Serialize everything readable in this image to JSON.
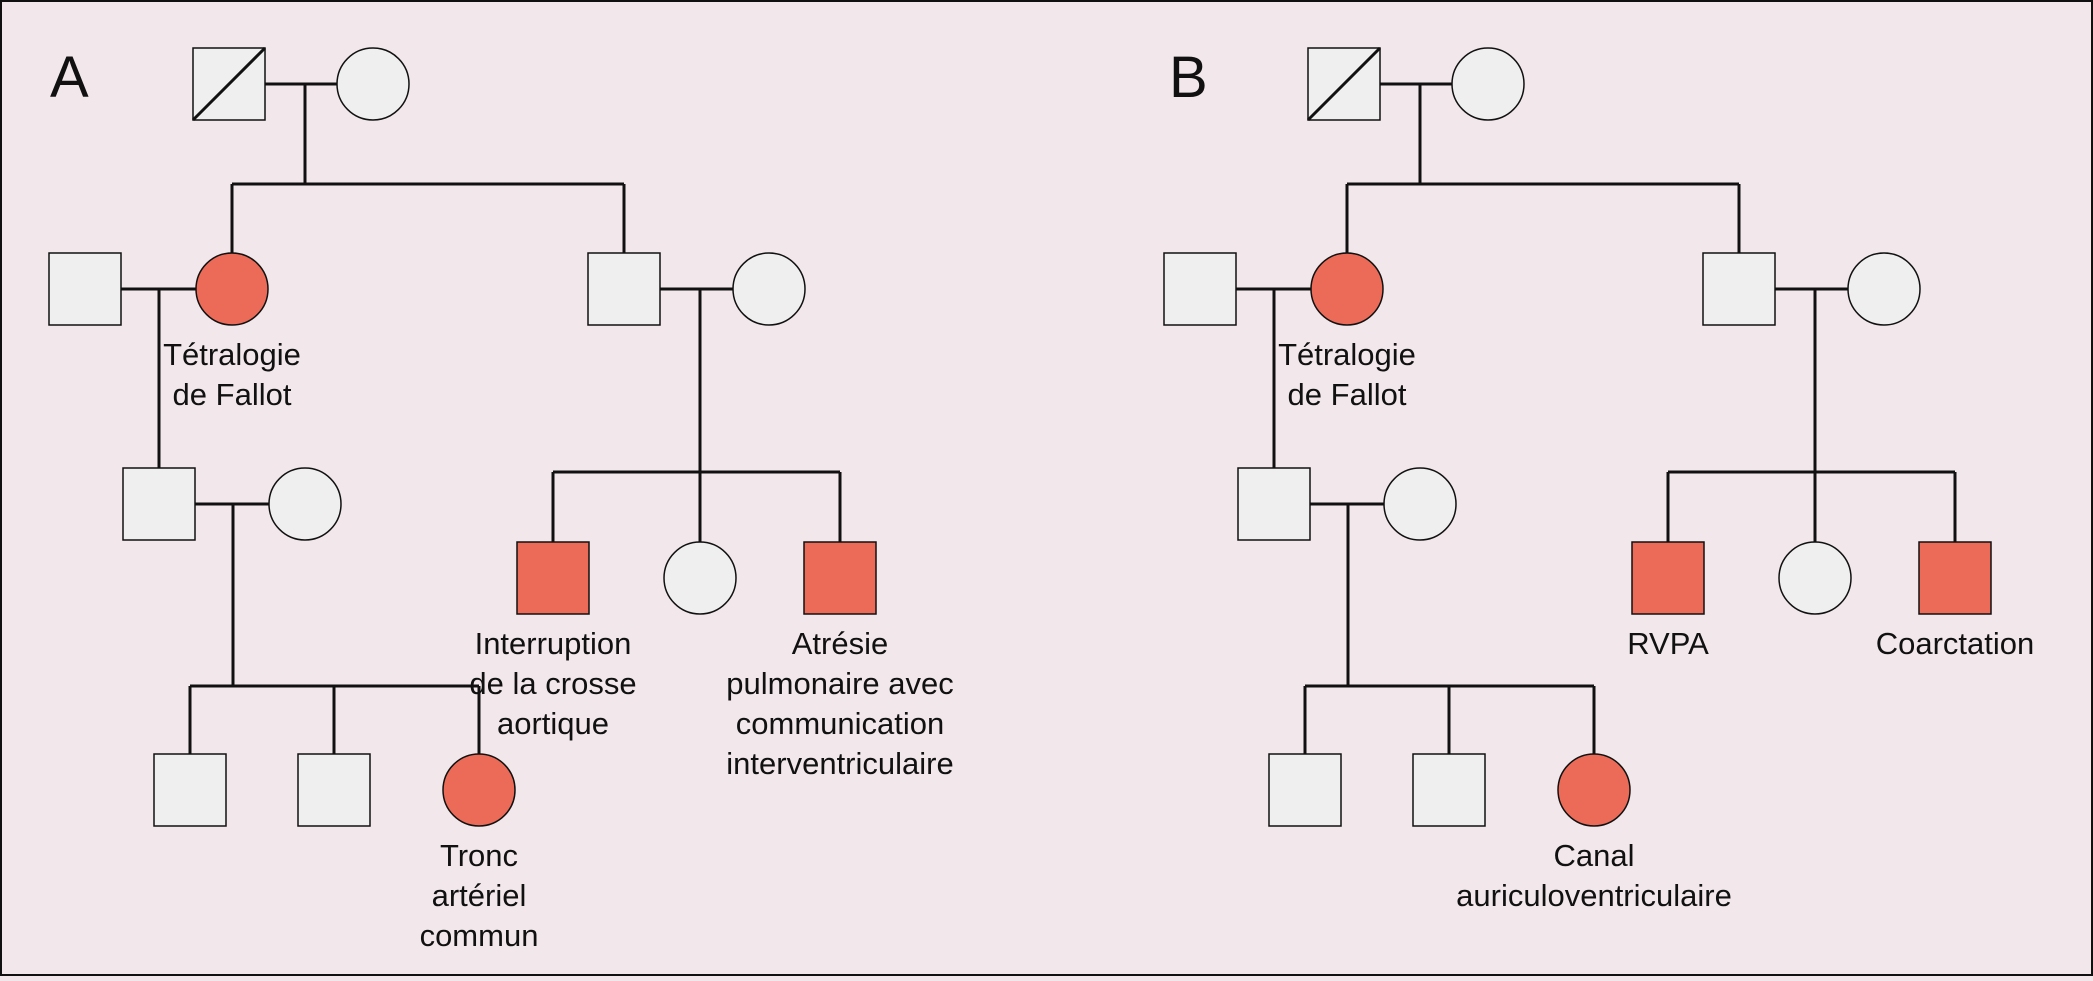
{
  "colors": {
    "background": "#f2e8eb",
    "affected": "#ec6b58",
    "unaffected": "#efefef",
    "line": "#111111"
  },
  "legend_semantics": {
    "square": "male",
    "circle": "female",
    "filled": "affected",
    "slashed": "deceased"
  },
  "panels": [
    {
      "letter": "A",
      "individuals": {
        "gen1_father": {
          "sex": "male",
          "affected": false,
          "deceased": true
        },
        "gen1_mother": {
          "sex": "female",
          "affected": false
        },
        "gen2_spouse_left": {
          "sex": "male",
          "affected": false
        },
        "gen2_daughter": {
          "sex": "female",
          "affected": true,
          "label": [
            "Tétralogie",
            "de Fallot"
          ]
        },
        "gen2_son": {
          "sex": "male",
          "affected": false
        },
        "gen2_spouse_right": {
          "sex": "female",
          "affected": false
        },
        "gen3_left_son": {
          "sex": "male",
          "affected": false
        },
        "gen3_left_spouse": {
          "sex": "female",
          "affected": false
        },
        "gen3_right_child_1": {
          "sex": "male",
          "affected": true,
          "label": [
            "Interruption",
            "de la crosse",
            "aortique"
          ]
        },
        "gen3_right_child_2": {
          "sex": "female",
          "affected": false
        },
        "gen3_right_child_3": {
          "sex": "male",
          "affected": true,
          "label": [
            "Atrésie",
            "pulmonaire avec",
            "communication",
            "interventriculaire"
          ]
        },
        "gen4_child_1": {
          "sex": "male",
          "affected": false
        },
        "gen4_child_2": {
          "sex": "male",
          "affected": false
        },
        "gen4_child_3": {
          "sex": "female",
          "affected": true,
          "label": [
            "Tronc",
            "artériel",
            "commun"
          ]
        }
      }
    },
    {
      "letter": "B",
      "individuals": {
        "gen1_father": {
          "sex": "male",
          "affected": false,
          "deceased": true
        },
        "gen1_mother": {
          "sex": "female",
          "affected": false
        },
        "gen2_spouse_left": {
          "sex": "male",
          "affected": false
        },
        "gen2_daughter": {
          "sex": "female",
          "affected": true,
          "label": [
            "Tétralogie",
            "de Fallot"
          ]
        },
        "gen2_son": {
          "sex": "male",
          "affected": false
        },
        "gen2_spouse_right": {
          "sex": "female",
          "affected": false
        },
        "gen3_left_son": {
          "sex": "male",
          "affected": false
        },
        "gen3_left_spouse": {
          "sex": "female",
          "affected": false
        },
        "gen3_right_child_1": {
          "sex": "male",
          "affected": true,
          "label": [
            "RVPA"
          ]
        },
        "gen3_right_child_2": {
          "sex": "female",
          "affected": false
        },
        "gen3_right_child_3": {
          "sex": "male",
          "affected": true,
          "label": [
            "Coarctation"
          ]
        },
        "gen4_child_1": {
          "sex": "male",
          "affected": false
        },
        "gen4_child_2": {
          "sex": "male",
          "affected": false
        },
        "gen4_child_3": {
          "sex": "female",
          "affected": true,
          "label": [
            "Canal",
            "auriculoventriculaire"
          ]
        }
      }
    }
  ]
}
